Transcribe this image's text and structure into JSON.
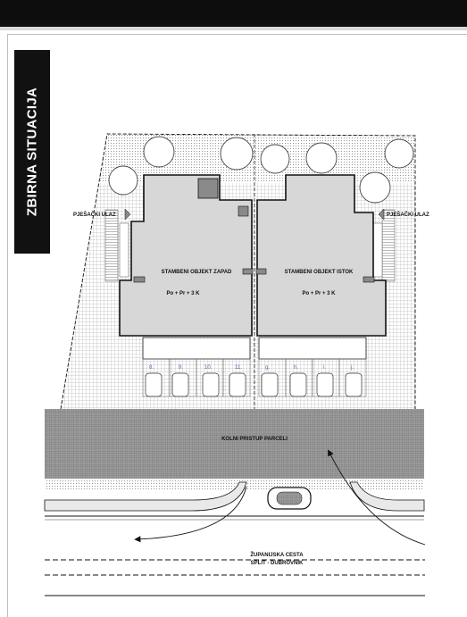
{
  "title": "ZBIRNA SITUACIJA",
  "labels": {
    "pedestrian_west": "PJEŠAČKI ULAZ",
    "pedestrian_east": "PJEŠAČKI ULAZ",
    "building_west": "STAMBENI OBJEKT ZAPAD",
    "building_west_floors": "Po + Pr + 3 K",
    "building_east": "STAMBENI OBJEKT ISTOK",
    "building_east_floors": "Po + Pr + 3 K",
    "access": "KOLNI PRISTUP PARCELI",
    "road_name": "ŽUPANIJSKA CESTA",
    "road_route": "SPLIT - DUBROVNIK"
  },
  "parking": [
    "8.",
    "9.",
    "10.",
    "11.",
    "g.",
    "h.",
    "i.",
    "j."
  ]
}
